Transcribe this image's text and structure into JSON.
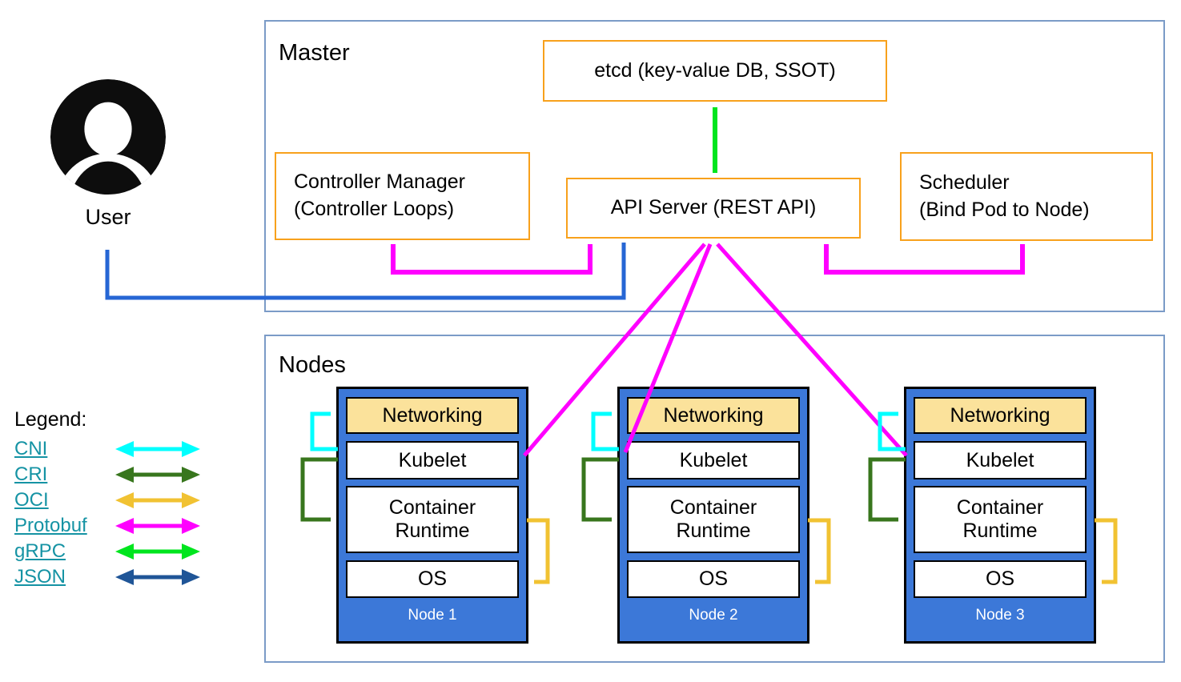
{
  "user": {
    "label": "User"
  },
  "master": {
    "title": "Master",
    "boxes": {
      "etcd": "etcd (key-value DB, SSOT)",
      "controller_manager": [
        "Controller Manager",
        "(Controller Loops)"
      ],
      "api_server": "API Server (REST API)",
      "scheduler": [
        "Scheduler",
        "(Bind Pod to Node)"
      ]
    }
  },
  "nodes_section": {
    "title": "Nodes",
    "nodes": [
      {
        "name": "Node 1",
        "layers": [
          "Networking",
          "Kubelet",
          "Container Runtime",
          "OS"
        ]
      },
      {
        "name": "Node 2",
        "layers": [
          "Networking",
          "Kubelet",
          "Container Runtime",
          "OS"
        ]
      },
      {
        "name": "Node 3",
        "layers": [
          "Networking",
          "Kubelet",
          "Container Runtime",
          "OS"
        ]
      }
    ]
  },
  "legend": {
    "title": "Legend:",
    "items": [
      {
        "label": "CNI",
        "color": "#00FFFF"
      },
      {
        "label": "CRI",
        "color": "#38761D"
      },
      {
        "label": "OCI",
        "color": "#F1C232"
      },
      {
        "label": "Protobuf",
        "color": "#FF00FF"
      },
      {
        "label": "gRPC",
        "color": "#00E51E"
      },
      {
        "label": "JSON",
        "color": "#1F5597"
      }
    ]
  },
  "colors": {
    "section_border": "#7B9BC7",
    "box_border_orange": "#F8A11C",
    "node_fill_blue": "#3C78D8",
    "networking_fill": "#FBE29B",
    "cni": "#00FFFF",
    "cri": "#38761D",
    "oci": "#F1C232",
    "protobuf": "#FF00FF",
    "grpc": "#00E51E",
    "json": "#1F5597",
    "user_json_arrow": "#2666D4",
    "legend_link": "#1593A4",
    "node_label_text": "#FFFFFF"
  }
}
